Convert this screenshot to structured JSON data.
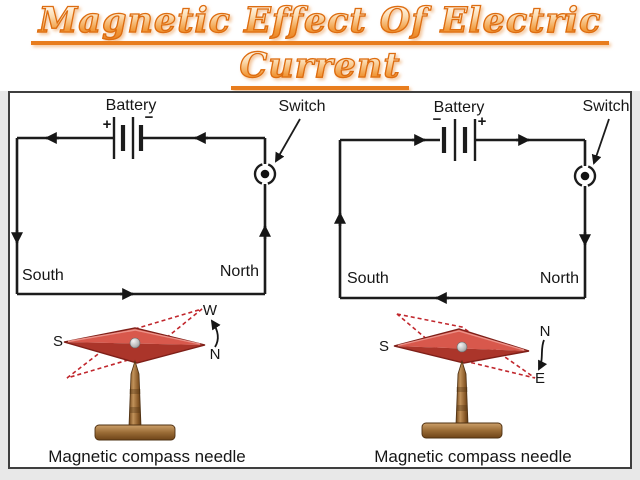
{
  "title": {
    "line1": "Magnetic Effect Of Electric",
    "line2": "Current"
  },
  "left_circuit": {
    "battery_label": "Battery",
    "switch_label": "Switch",
    "terminal_left": "+",
    "terminal_right": "−",
    "south_label": "South",
    "north_label": "North"
  },
  "right_circuit": {
    "battery_label": "Battery",
    "switch_label": "Switch",
    "terminal_left": "−",
    "terminal_right": "+",
    "south_label": "South",
    "north_label": "North"
  },
  "left_compass": {
    "s_label": "S",
    "n_label": "N",
    "deflection_label": "W",
    "caption": "Magnetic compass needle"
  },
  "right_compass": {
    "s_label": "S",
    "n_label": "N",
    "deflection_label": "E",
    "caption": "Magnetic compass needle"
  },
  "colors": {
    "accent_orange": "#e87d1e",
    "needle_red": "#c9463c",
    "wood_brown": "#a97c44",
    "wire_black": "#1c1c1c",
    "dashed_red": "#c1272d"
  }
}
